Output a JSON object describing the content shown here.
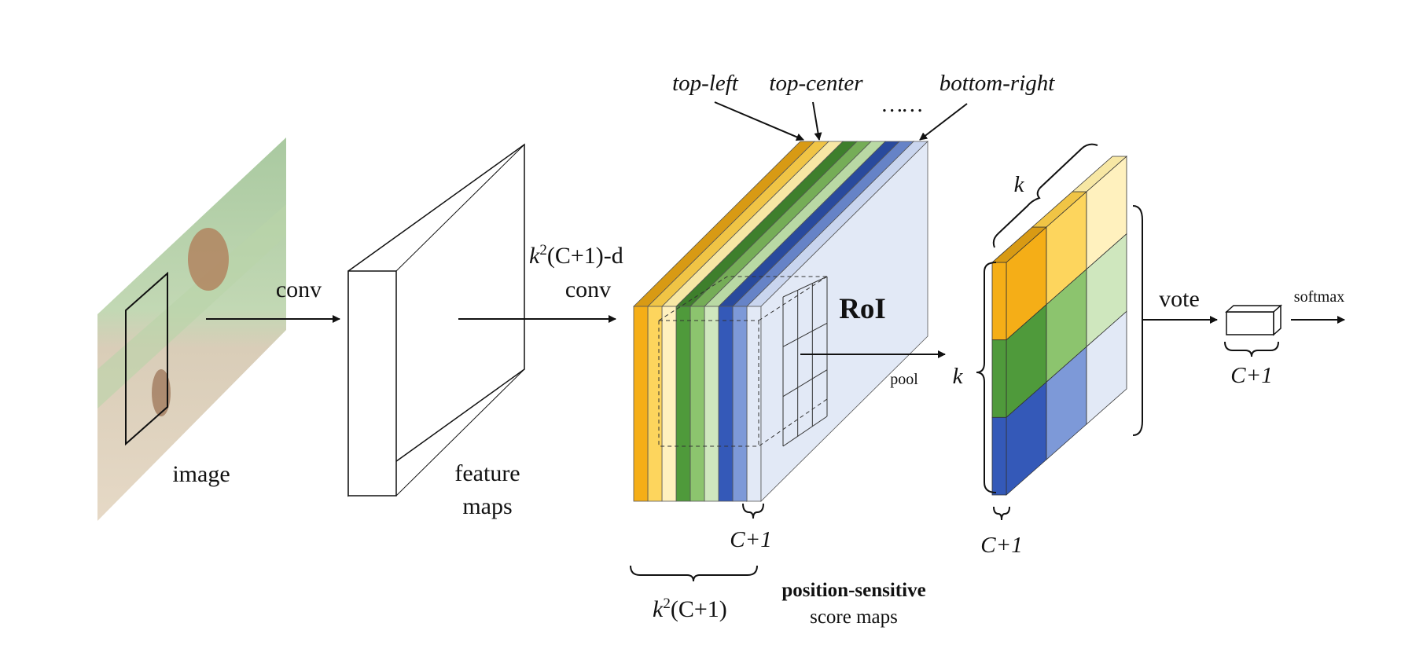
{
  "labels": {
    "image": "image",
    "conv": "conv",
    "feature_maps_line1": "feature",
    "feature_maps_line2": "maps",
    "kconv_k": "k",
    "kconv_sup": "2",
    "kconv_rest": "(C+1)-d",
    "kconv_line2": "conv",
    "top_left": "top-left",
    "top_center": "top-center",
    "ellipsis": "……",
    "bottom_right": "bottom-right",
    "roi": "RoI",
    "pool": "pool",
    "k_side": "k",
    "k_top": "k",
    "c1_stack": "C+1",
    "c1_grid": "C+1",
    "c1_out": "C+1",
    "k2c1_k": "k",
    "k2c1_sup": "2",
    "k2c1_rest": "(C+1)",
    "ps_line1": "position-sensitive",
    "ps_line2": "score maps",
    "vote": "vote",
    "softmax": "softmax"
  },
  "colors": {
    "orange": "#f5ae17",
    "yellow": "#fdd55d",
    "light_yellow": "#fff1be",
    "dark_green": "#4f9a3b",
    "green": "#8cc46e",
    "light_green": "#cfe7be",
    "dark_blue": "#3459b8",
    "blue": "#7d99d8",
    "light_blue": "#e2e9f6",
    "orange_top": "#d89a14",
    "yellow_top": "#f0c445",
    "light_yellow_top": "#f7e7a4",
    "dark_green_top": "#3e7f2c",
    "green_top": "#75ad57",
    "light_green_top": "#b9d9a4",
    "dark_blue_top": "#294a9d",
    "blue_top": "#6683c7",
    "light_blue_top": "#c9d5ee"
  }
}
